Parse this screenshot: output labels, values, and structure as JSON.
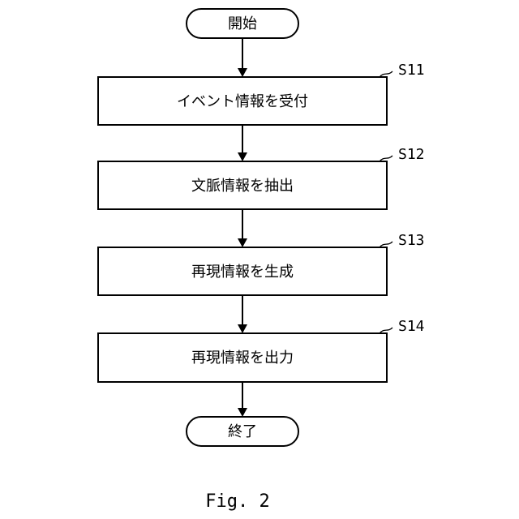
{
  "flowchart": {
    "start": "開始",
    "steps": [
      {
        "id": "S11",
        "text": "イベント情報を受付"
      },
      {
        "id": "S12",
        "text": "文脈情報を抽出"
      },
      {
        "id": "S13",
        "text": "再現情報を生成"
      },
      {
        "id": "S14",
        "text": "再現情報を出力"
      }
    ],
    "end": "終了"
  },
  "caption": "Fig. 2"
}
